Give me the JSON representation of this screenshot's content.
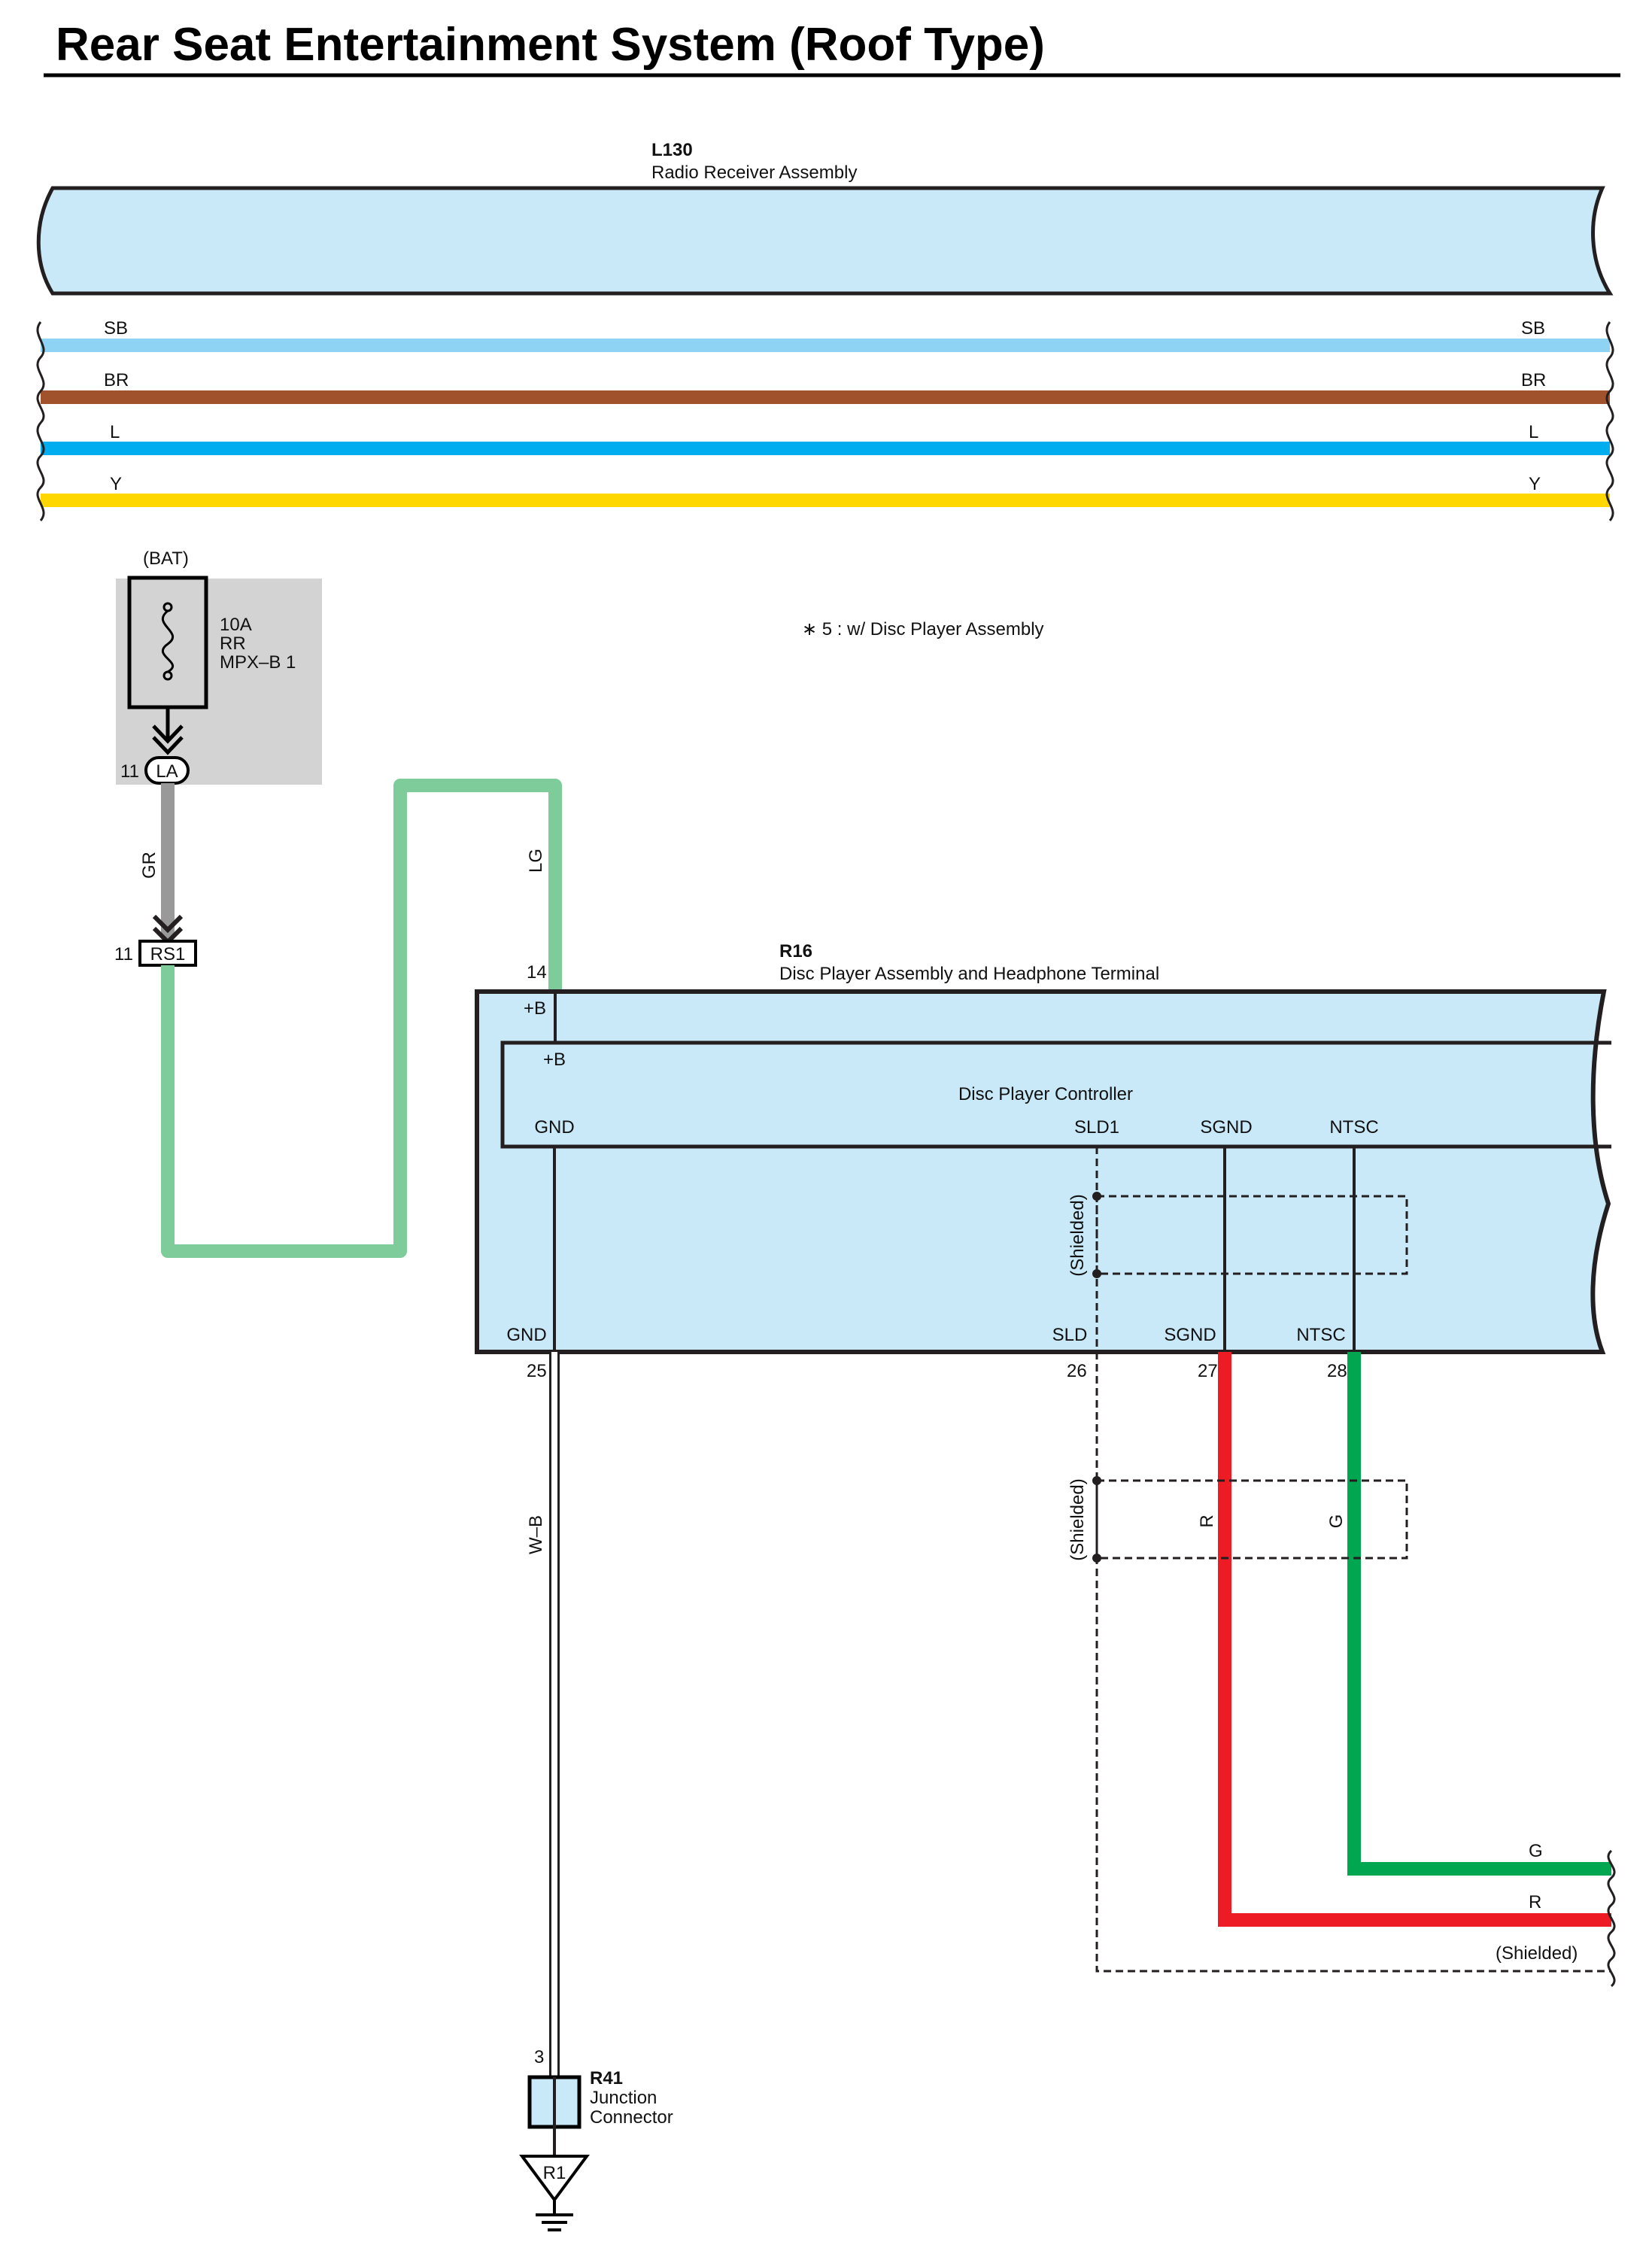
{
  "title": "Rear Seat Entertainment System (Roof Type)",
  "colors": {
    "component_fill": "#c9e8f8",
    "SB": "#8fd3f4",
    "BR": "#a0522d",
    "L": "#00aeef",
    "Y": "#ffd700",
    "GR": "#999999",
    "LG": "#7dcc9a",
    "R": "#ed1c24",
    "G": "#00a650",
    "W-B": "#ffffff",
    "fuse_box": "#d3d3d3"
  },
  "radio": {
    "id": "L130",
    "name": "Radio Receiver Assembly"
  },
  "bus_wires": [
    {
      "code": "SB"
    },
    {
      "code": "BR"
    },
    {
      "code": "L"
    },
    {
      "code": "Y"
    }
  ],
  "fuse": {
    "source": "(BAT)",
    "rating": "10A",
    "name_line1": "RR",
    "name_line2": "MPX–B 1",
    "connector": "LA",
    "pin": "11"
  },
  "note": "∗ 5 : w/ Disc Player Assembly",
  "connector_rs1": {
    "id": "RS1",
    "pin": "11"
  },
  "wire_labels": {
    "gr": "GR",
    "lg": "LG",
    "wb": "W–B",
    "r": "R",
    "g": "G"
  },
  "disc_player": {
    "id": "R16",
    "name": "Disc Player Assembly and Headphone Terminal",
    "pin_b": "14",
    "b_outer": "+B",
    "b_inner": "+B",
    "controller": "Disc Player Controller",
    "inner_terms": {
      "gnd": "GND",
      "sld1": "SLD1",
      "sgnd": "SGND",
      "ntsc": "NTSC"
    },
    "outer_terms": {
      "gnd": "GND",
      "sld": "SLD",
      "sgnd": "SGND",
      "ntsc": "NTSC"
    },
    "pins": {
      "gnd": "25",
      "sld": "26",
      "sgnd": "27",
      "ntsc": "28"
    }
  },
  "shielded_label": "(Shielded)",
  "junction": {
    "id": "R41",
    "name_line1": "Junction",
    "name_line2": "Connector",
    "pin": "3",
    "ground": "R1"
  }
}
